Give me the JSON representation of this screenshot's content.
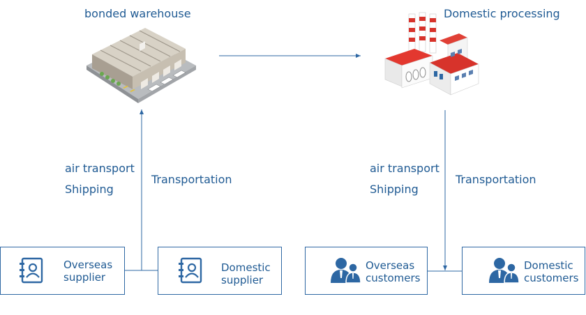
{
  "warehouse": {
    "label": "bonded warehouse"
  },
  "processing": {
    "label": "Domestic processing"
  },
  "left_flow": {
    "mode_line1": "air transport",
    "mode_line2": "Shipping",
    "transport": "Transportation"
  },
  "right_flow": {
    "mode_line1": "air transport",
    "mode_line2": "Shipping",
    "transport": "Transportation"
  },
  "boxes": {
    "overseas_supplier": {
      "line1": "Overseas",
      "line2": "supplier",
      "icon": "contact-book-icon"
    },
    "domestic_supplier": {
      "line1": "Domestic",
      "line2": "supplier",
      "icon": "contact-book-icon"
    },
    "overseas_customers": {
      "line1": "Overseas",
      "line2": "customers",
      "icon": "users-icon"
    },
    "domestic_customers": {
      "line1": "Domestic",
      "line2": "customers",
      "icon": "users-icon"
    }
  },
  "colors": {
    "line": "#2d67a3",
    "text": "#1f5a93",
    "icon": "#2d67a3"
  }
}
